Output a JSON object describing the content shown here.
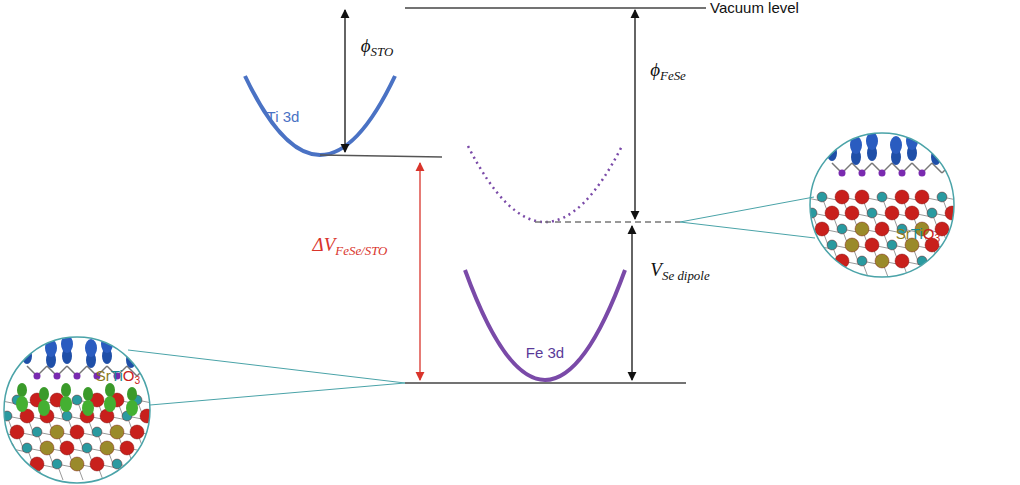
{
  "diagram": {
    "labels": [
      "Vacuum level",
      "ϕSTO",
      "ϕFeSe",
      "Ti 3d",
      "ΔVFeSe/STO",
      "VSe dipole",
      "Fe 3d",
      "SrTiO3",
      "SrTiO3"
    ]
  }
}
